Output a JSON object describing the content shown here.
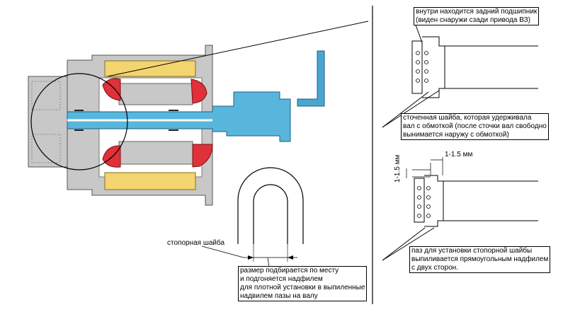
{
  "labels": {
    "rear_bearing": [
      "внутри находится задний подшипник",
      "(виден снаружи сзади привода ВЗ)"
    ],
    "turned_washer": [
      "сточенная шайба, которая удерживала",
      "вал с обмоткой (после сточки вал свободно",
      "вынимается наружу с обмоткой)"
    ],
    "dim_horizontal": "1-1.5 мм",
    "dim_vertical": "1-1.5 мм",
    "groove": [
      "паз для установки стопорной шайбы",
      "выпиливается прямоугольным надфилем",
      "с двух сторон."
    ],
    "lock_washer": "стопорная шайба",
    "size_note": [
      "размер подбирается по месту",
      "и подгоняется надфилем",
      "для плотной установки в выпиленные",
      "надвилем пазы на валу"
    ]
  },
  "colors": {
    "housing_gray": "#c8c8c8",
    "magnet_yellow": "#f2d56e",
    "winding_red": "#e0303a",
    "shaft_blue": "#58b6dc",
    "lines": "#000000"
  }
}
